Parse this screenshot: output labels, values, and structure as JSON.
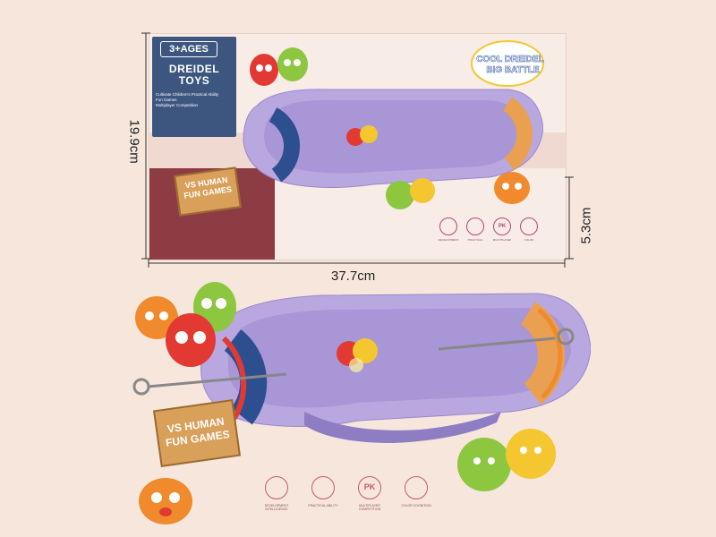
{
  "box": {
    "age": "3+AGES",
    "title_line1": "DREIDEL",
    "title_line2": "TOYS",
    "features": [
      "Cultivate Children's Practical Ability",
      "Fun Games",
      "Multiplayer Competition"
    ],
    "logo_line1": "COOL DREIDEL",
    "logo_line2": "BIG BATTLE",
    "sign_line1": "VS HUMAN",
    "sign_line2": "FUN GAMES",
    "mini_icons": [
      {
        "symbol": "",
        "icon": "brain-icon",
        "caption": "DEVELOPMENT"
      },
      {
        "symbol": "",
        "icon": "hand-icon",
        "caption": "PRACTICAL"
      },
      {
        "symbol": "PK",
        "icon": "pk-icon",
        "caption": "MULTIPLAYER"
      },
      {
        "symbol": "",
        "icon": "palette-icon",
        "caption": "COLOR"
      }
    ]
  },
  "dimensions": {
    "height": "19.9cm",
    "width": "37.7cm",
    "depth": "5.3cm"
  },
  "product": {
    "sign_line1": "VS HUMAN",
    "sign_line2": "FUN GAMES",
    "features": [
      {
        "symbol": "",
        "icon": "brain-icon",
        "caption": "DEVELOPMENT INTELLIGENCE"
      },
      {
        "symbol": "",
        "icon": "hand-icon",
        "caption": "PRACTICAL ABILITY"
      },
      {
        "symbol": "PK",
        "icon": "pk-icon",
        "caption": "MULTIPLAYER COMPETITION"
      },
      {
        "symbol": "",
        "icon": "palette-icon",
        "caption": "COLOR COGNITION"
      }
    ]
  },
  "colors": {
    "tray": "#b9a8e0",
    "tray_inner": "#a996d6",
    "brand_blue": "#3d5680",
    "box_band": "#8d3c44",
    "sign_wood": "#d9a05a",
    "accent_red": "#e23a33",
    "accent_green": "#8dc63f",
    "accent_yellow": "#f4c630",
    "accent_orange": "#f08a2c"
  }
}
